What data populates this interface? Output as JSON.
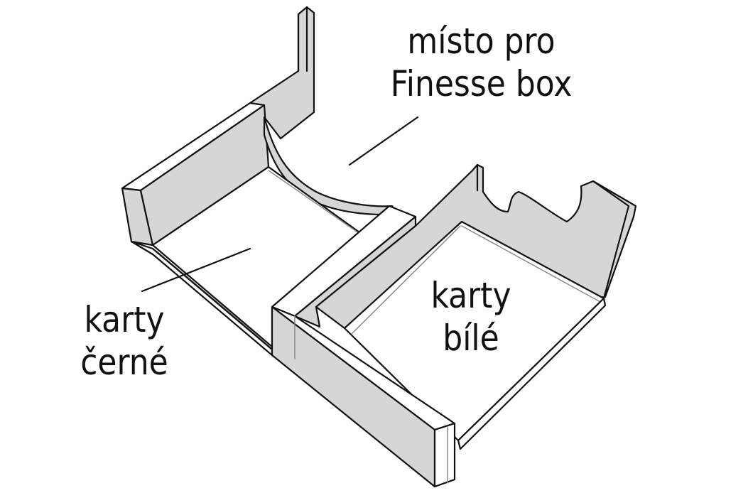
{
  "labels": {
    "finesse_box": {
      "line1": "místo pro",
      "line2": "Finesse box"
    },
    "black_cards": {
      "line1": "karty",
      "line2": "černé"
    },
    "white_cards": {
      "line1": "karty",
      "line2": "bílé"
    }
  },
  "colors": {
    "wall_fill": "#d6d6d6",
    "floor_fill": "#ffffff",
    "outline": "#111111",
    "edge_shadow": "#8a8a8a"
  }
}
